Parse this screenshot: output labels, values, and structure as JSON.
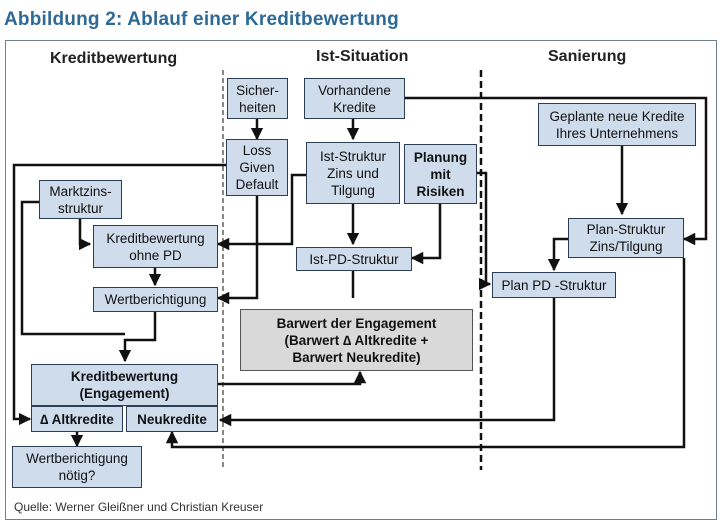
{
  "title": "Abbildung 2: Ablauf einer Kreditbewertung",
  "columns": {
    "kreditbewertung": "Kreditbewertung",
    "ist_situation": "Ist-Situation",
    "sanierung": "Sanierung"
  },
  "boxes": {
    "sicherheiten": "Sicher-\nheiten",
    "vorhandene_kredite": "Vorhandene\nKredite",
    "geplante_kredite": "Geplante neue Kredite\nIhres Unternehmens",
    "loss_given_default": "Loss\nGiven\nDefault",
    "ist_struktur": "Ist-Struktur\nZins und\nTilgung",
    "planung_risiken": "Planung\nmit\nRisiken",
    "marktzinsstruktur": "Marktzins-\nstruktur",
    "kreditbewertung_ohne_pd": "Kreditbewertung\nohne PD",
    "ist_pd_struktur": "Ist-PD-Struktur",
    "plan_struktur": "Plan-Struktur\nZins/Tilgung",
    "plan_pd_struktur": "Plan PD -Struktur",
    "wertberichtigung": "Wertberichtigung",
    "barwert": "Barwert der Engagement\n(Barwert ∆ Altkredite  +\nBarwert Neukredite)",
    "kreditbewertung_engagement": "Kreditbewertung\n(Engagement)",
    "delta_altkredite": "∆ Altkredite",
    "neukredite": "Neukredite",
    "wertberichtigung_noetig": "Wertberichtigung\nnötig?"
  },
  "source": "Quelle: Werner Gleißner und Christian Kreuser",
  "colors": {
    "title": "#2f6a96",
    "box_fill": "#cfdcec",
    "gray_fill": "#d9d9d9",
    "line": "#111111"
  }
}
